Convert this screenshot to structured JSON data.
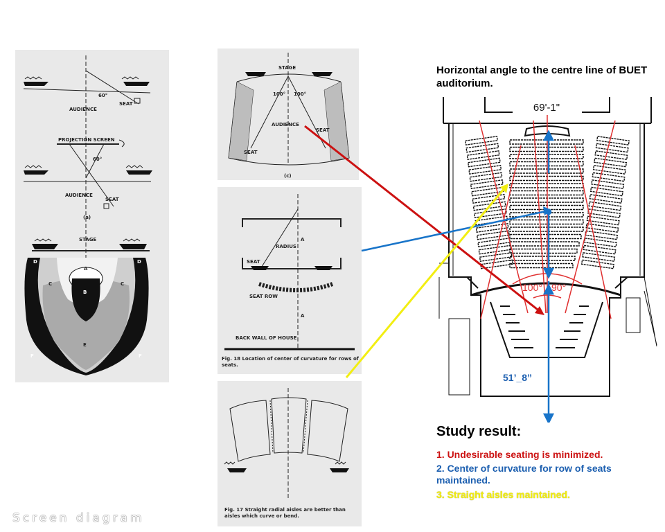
{
  "colors": {
    "red": "#cc1111",
    "blue": "#1874c9",
    "yellow": "#f2ee12",
    "ink": "#111111",
    "panel": "#e9e9e9",
    "blueprint_red": "#e03030"
  },
  "left_figure": {
    "labels": {
      "stage_top": "",
      "audience_1": "AUDIENCE",
      "seat_1": "SEAT",
      "angle_1": "60°",
      "projection_screen": "PROJECTION SCREEN",
      "angle_2": "60°",
      "audience_2": "AUDIENCE",
      "seat_2": "SEAT",
      "fig_a": "(a)",
      "stage": "STAGE"
    },
    "zone_letters": [
      "A",
      "B",
      "C",
      "C",
      "D",
      "D",
      "E",
      "F",
      "F"
    ]
  },
  "fig_c": {
    "labels": {
      "stage": "STAGE",
      "angle_left": "100°",
      "angle_right": "100°",
      "audience": "AUDIENCE",
      "seat_left": "SEAT",
      "seat_right": "SEAT",
      "caption": "(c)"
    }
  },
  "fig_18": {
    "labels": {
      "radius": "RADIUS",
      "a_top": "A",
      "a_bottom": "A",
      "seat": "SEAT",
      "seat_row": "SEAT ROW",
      "back_wall": "BACK WALL OF HOUSE"
    },
    "caption": "Fig. 18  Location of center of curvature for rows of seats."
  },
  "fig_17": {
    "caption": "Fig. 17  Straight radial aisles are better than aisles which curve or bend."
  },
  "title": "Horizontal angle to the centre line of BUET  auditorium.",
  "plan": {
    "top_dimension": "69'-1\"",
    "angle_left": "100°",
    "angle_right": "90°",
    "bottom_dimension": "51’_8”"
  },
  "study": {
    "heading": "Study result:",
    "results": [
      {
        "text": "1. Undesirable seating is minimized.",
        "color": "#cc1111"
      },
      {
        "text": "2. Center of curvature for row of seats maintained.",
        "color": "#1c5fb0"
      },
      {
        "text": "3.  Straight aisles maintained.",
        "color": "#f2ee12"
      }
    ]
  },
  "watermark": "Screen diagram"
}
